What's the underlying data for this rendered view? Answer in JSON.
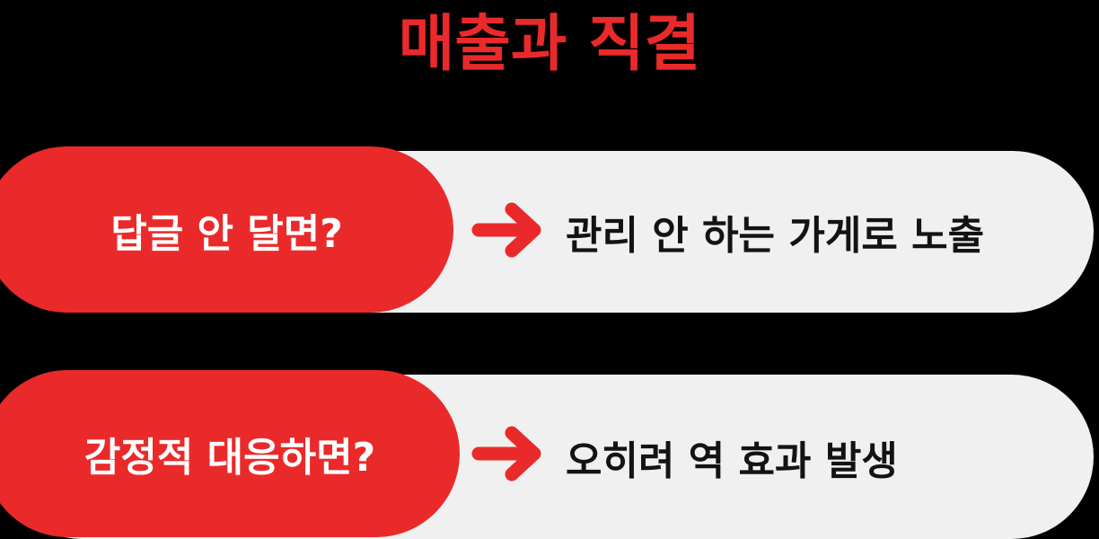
{
  "theme": {
    "background": "#000000",
    "accent_red": "#EA2A2A",
    "pill_grey": "#F0F0F0",
    "text_dark": "#131313",
    "text_light": "#FFFFFF"
  },
  "title": "매출과 직결",
  "rows": [
    {
      "condition": "답글 안 달면?",
      "arrow": "arrow-right-icon",
      "result": "관리 안 하는 가게로 노출"
    },
    {
      "condition": "감정적 대응하면?",
      "arrow": "arrow-right-icon",
      "result": "오히려 역 효과 발생"
    }
  ]
}
